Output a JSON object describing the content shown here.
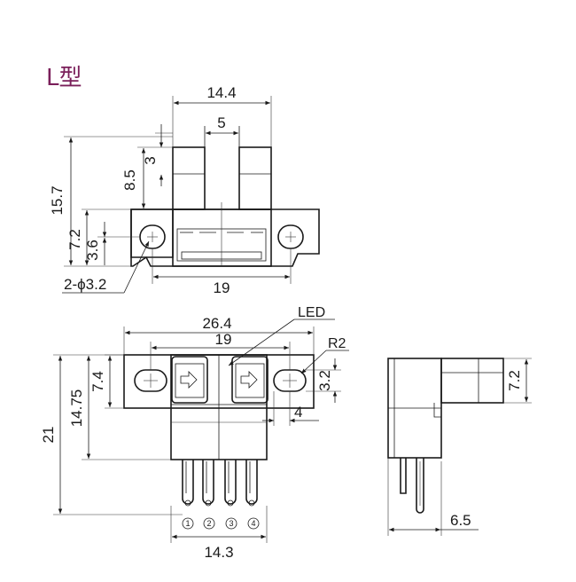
{
  "title": "L型",
  "colors": {
    "title": "#7a1f5a",
    "line": "#1a1a1a"
  },
  "top_view": {
    "dim_width_top": "14.4",
    "dim_slot": "5",
    "dim_overall_height": "15.7",
    "dim_upper_height": "8.5",
    "dim_tab_height": "3",
    "dim_lower_height": "7.2",
    "dim_hole_height": "3.6",
    "dim_hole_pitch": "19",
    "hole_callout": "2-ϕ3.2"
  },
  "front_view": {
    "dim_overall_width": "26.4",
    "dim_hole_pitch": "19",
    "led_label": "LED",
    "radius_label": "R2",
    "dim_hole_dia": "3.2",
    "dim_flange_height": "7.4",
    "dim_body_height": "14.75",
    "dim_overall_height": "21",
    "dim_slot_offset": "4",
    "dim_pin_span": "14.3",
    "pin_numbers": [
      "1",
      "2",
      "3",
      "4"
    ]
  },
  "side_view": {
    "dim_height": "7.2",
    "dim_width": "6.5"
  }
}
